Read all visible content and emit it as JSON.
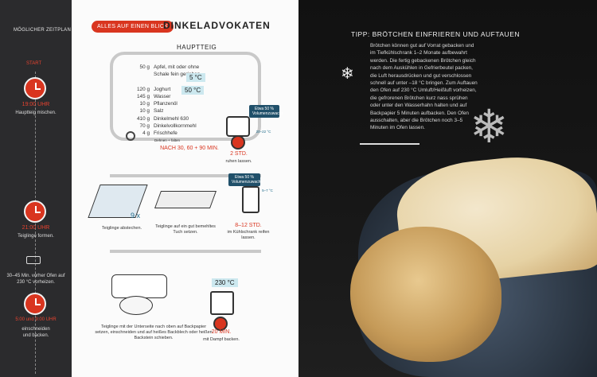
{
  "timeline": {
    "title": "MÖGLICHER ZEITPLAN",
    "start": "START",
    "step1_time": "19:00 UHR",
    "step1_text": "Hauptteig mischen.",
    "step2_time": "21:00 UHR",
    "step2_text": "Teiglinge formen.",
    "step3_text": "30–45 Min. vorher Ofen auf 230 °C vorheizen.",
    "step4_time": "5:00 und 9:00 UHR",
    "step4_text": "einschneiden und backen."
  },
  "recipe": {
    "tag": "ALLES AUF EINEN BLICK",
    "title": "DINKELADVOKATEN",
    "section": "HAUPTTEIG",
    "ingredients": [
      {
        "amount": "50 g",
        "name": "Apfel, mit oder ohne Schale fein gerieben"
      },
      {
        "amount": "120 g",
        "name": "Joghurt"
      },
      {
        "amount": "145 g",
        "name": "Wasser"
      },
      {
        "amount": "10 g",
        "name": "Pflanzenöl"
      },
      {
        "amount": "10 g",
        "name": "Salz"
      },
      {
        "amount": "410 g",
        "name": "Dinkelmehl 630"
      },
      {
        "amount": "70 g",
        "name": "Dinkelvollkornmehl"
      },
      {
        "amount": "4 g",
        "name": "Frischhefe"
      }
    ],
    "temp1": "5 °C",
    "temp2": "50 °C",
    "knead": "Dehnen + falten",
    "knead_times": "NACH 30, 60 + 90 MIN.",
    "volume1": "Etwa 50 % Volumenzuwachs",
    "temp3": "20–22 °C",
    "rest1_time": "2 STD.",
    "rest1_text": "ruhen lassen.",
    "count": "9 x",
    "shape_text": "Teiglinge abstechen.",
    "tuch_text": "Teiglinge auf ein gut bemehltes Tuch setzen.",
    "volume2": "Etwa 50 % Volumenzuwachs",
    "temp4": "5–7 °C",
    "fridge_time": "8–12 STD.",
    "fridge_text": "im Kühlschrank reifen lassen.",
    "oven_temp": "230 °C",
    "place_text": "Teiglinge mit der Unterseite nach oben auf Backpapier setzen, einschneiden und auf heißes Backblech oder heißen Backstein schieben.",
    "bake_time": "20 MIN.",
    "bake_text": "mit Dampf backen."
  },
  "tip": {
    "title": "TIPP: BRÖTCHEN EINFRIEREN UND AUFTAUEN",
    "text": "Brötchen können gut auf Vorrat gebacken und im Tiefkühlschrank 1–2 Monate aufbewahrt werden. Die fertig gebackenen Brötchen gleich nach dem Auskühlen in Gefrierbeutel packen, die Luft herausdrücken und gut verschlossen schnell auf unter –18 °C bringen. Zum Auftauen den Ofen auf 230 °C Umluft/Heißluft vorheizen, die gefrorenen Brötchen kurz nass sprühen oder unter den Wasserhahn halten und auf Backpapier 5 Minuten aufbacken. Den Ofen ausschalten, aber die Brötchen noch 3–5 Minuten im Ofen lassen."
  },
  "colors": {
    "accent": "#d9351f",
    "ice": "#cce8ef",
    "dark": "#2b2b2d"
  }
}
